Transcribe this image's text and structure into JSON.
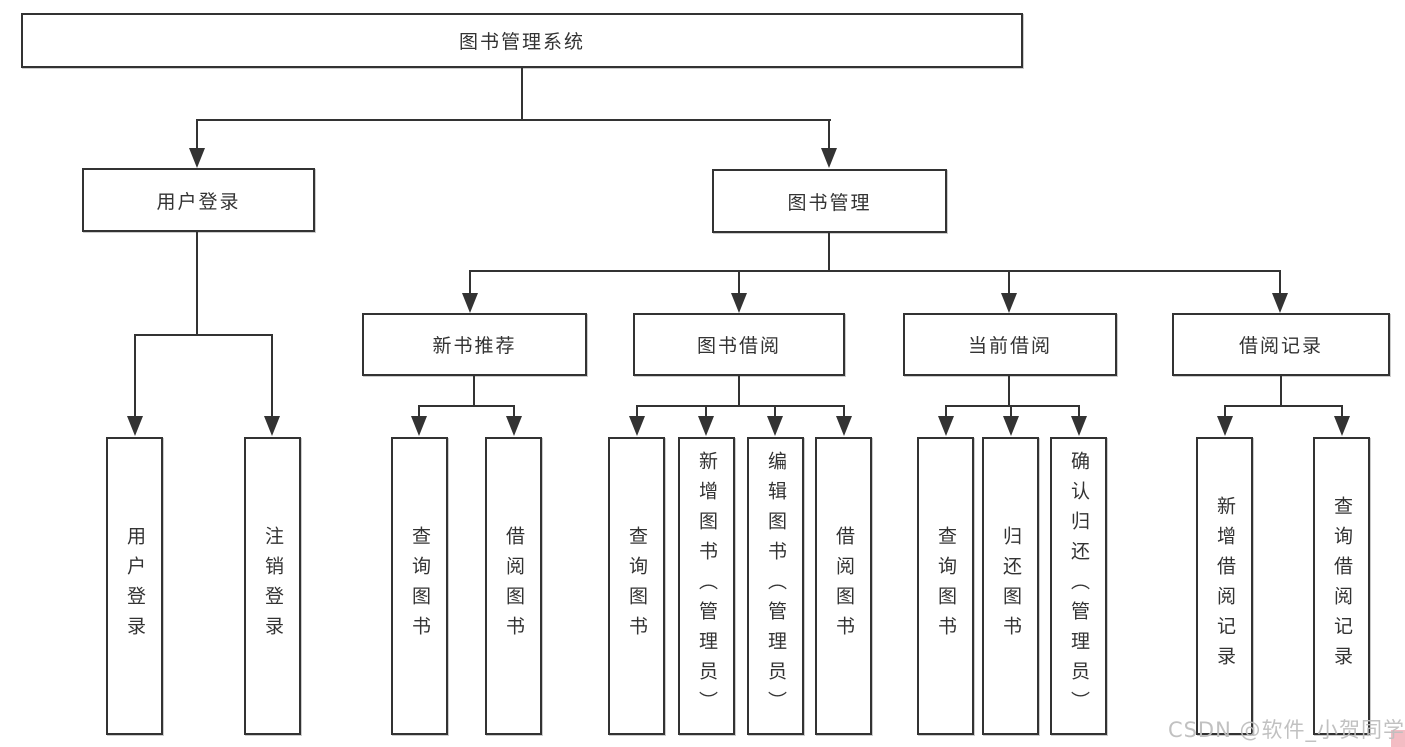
{
  "tree": {
    "label": "图书管理系统",
    "children": [
      {
        "label": "用户登录",
        "children": [
          {
            "label": "用户登录"
          },
          {
            "label": "注销登录"
          }
        ]
      },
      {
        "label": "图书管理",
        "children": [
          {
            "label": "新书推荐",
            "children": [
              {
                "label": "查询图书"
              },
              {
                "label": "借阅图书"
              }
            ]
          },
          {
            "label": "图书借阅",
            "children": [
              {
                "label": "查询图书"
              },
              {
                "label": "新增图书（管理员）"
              },
              {
                "label": "编辑图书（管理员）"
              },
              {
                "label": "借阅图书"
              }
            ]
          },
          {
            "label": "当前借阅",
            "children": [
              {
                "label": "查询图书"
              },
              {
                "label": "归还图书"
              },
              {
                "label": "确认归还（管理员）"
              }
            ]
          },
          {
            "label": "借阅记录",
            "children": [
              {
                "label": "新增借阅记录"
              },
              {
                "label": "查询借阅记录"
              }
            ]
          }
        ]
      }
    ]
  },
  "watermark": "CSDN @软件_小贺同学",
  "colors": {
    "line": "#333333",
    "text": "#333333",
    "background": "#ffffff",
    "watermark": "#bebebe",
    "corner_accent": "#f3bcc3"
  }
}
